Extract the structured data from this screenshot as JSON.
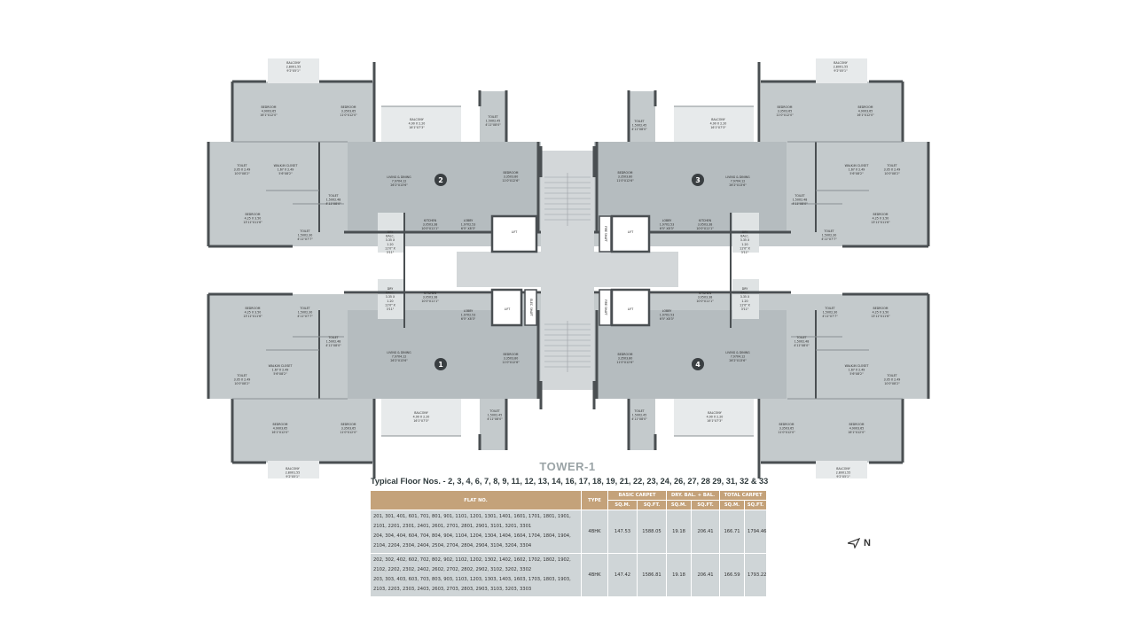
{
  "tower_title": "TOWER-1",
  "typical_floors": "Typical Floor Nos. - 2, 3, 4, 6, 7, 8, 9, 11, 12, 13, 14, 16, 17, 18, 19, 21, 22, 23, 24, 26, 27, 28 29, 31, 32 & 33",
  "compass_label": "N",
  "colors": {
    "apartment": "#c4cacc",
    "living": "#b5bcbf",
    "core": "#d3d7d9",
    "wall": "#4a4f52",
    "table_header": "#c4a27a",
    "table_cell": "#cfd5d7"
  },
  "flat_markers": [
    "1",
    "2",
    "3",
    "4"
  ],
  "rooms": {
    "balcony_small": [
      "BALCONY",
      "2.80X1.55",
      "9'2\"X5'1\""
    ],
    "balcony_large": [
      "BALCONY",
      "4.90 X 2.20",
      "16'1\"X7'3\""
    ],
    "bedroom_main": [
      "BEDROOM",
      "4.90X3.65",
      "16'1\"X12'0\""
    ],
    "bedroom_side": [
      "BEDROOM",
      "3.35X3.65",
      "11'0\"X12'0\""
    ],
    "bedroom_corner": [
      "BEDROOM",
      "4.25 X 3.50",
      "13'11\"X11'6\""
    ],
    "bedroom_inner": [
      "BEDROOM",
      "3.35X3.80",
      "11'0\"X12'6\""
    ],
    "toilet_a": [
      "TOILET",
      "3.05 X 2.49",
      "10'0\"X8'2\""
    ],
    "toilet_b": [
      "TOILET",
      "1.50X2.48",
      "4'11\"X8'0\""
    ],
    "toilet_c": [
      "TOILET",
      "1.50X2.30",
      "4'11\"X7'7\""
    ],
    "toilet_d": [
      "TOILET",
      "1.50X2.45",
      "4'11\"X8'0\""
    ],
    "walkin": [
      "WALK-IN CLOSET",
      "1.67 X 2.49",
      "5'6\"X8'2\""
    ],
    "living": [
      "LIVING & DINING",
      "7.97X4.12",
      "26'2\"X13'6\""
    ],
    "kitchen": [
      "KITCHEN",
      "3.05X3.38",
      "10'0\"X11'1\""
    ],
    "dry_bal": [
      "DRY",
      "BALC.",
      "3.35 X",
      "1.20",
      "11'0\" X",
      "3'11\""
    ],
    "lobby": [
      "LOBBY",
      "1.97X2.53",
      "6'5\" X8'3\""
    ],
    "lift": [
      "LIFT"
    ],
    "fire_shaft": [
      "FIRE SHAFT"
    ],
    "elec_shaft": [
      "ELEC. SHAFT"
    ]
  },
  "table": {
    "headers": {
      "flat_no": "FLAT NO.",
      "type": "TYPE",
      "basic_carpet": "BASIC CARPET",
      "dry_bal": "DRY. BAL. + BAL.",
      "total_carpet": "TOTAL CARPET",
      "sqm": "SQ.M.",
      "sqft": "SQ.FT."
    },
    "rows": [
      {
        "flats": [
          "201, 301, 401, 601, 701, 801, 901, 1101, 1201, 1301, 1401, 1601, 1701, 1801, 1901,",
          "2101, 2201, 2301, 2401, 2601, 2701, 2801, 2901, 3101, 3201, 3301",
          "204, 304, 404, 604, 704, 804, 904, 1104, 1204, 1304, 1404, 1604, 1704, 1804, 1904,",
          "2104, 2204, 2304, 2404, 2504, 2704, 2804, 2904, 3104, 3204, 3304"
        ],
        "type": "4BHK",
        "basic_sqm": "147.53",
        "basic_sqft": "1588.05",
        "bal_sqm": "19.18",
        "bal_sqft": "206.41",
        "total_sqm": "166.71",
        "total_sqft": "1794.46"
      },
      {
        "flats": [
          "202, 302, 402, 602, 702, 802, 902, 1102, 1202, 1302, 1402, 1602, 1702, 1802, 1902,",
          "2102, 2202, 2302, 2402, 2602, 2702, 2802, 2902, 3102, 3202, 3302",
          "203, 303, 403, 603, 703, 803, 903, 1103, 1203, 1303, 1403, 1603, 1703, 1803, 1903,",
          "2103, 2203, 2303, 2403, 2603, 2703, 2803, 2903, 3103, 3203, 3303"
        ],
        "type": "4BHK",
        "basic_sqm": "147.42",
        "basic_sqft": "1586.81",
        "bal_sqm": "19.18",
        "bal_sqft": "206.41",
        "total_sqm": "166.59",
        "total_sqft": "1793.22"
      }
    ]
  }
}
